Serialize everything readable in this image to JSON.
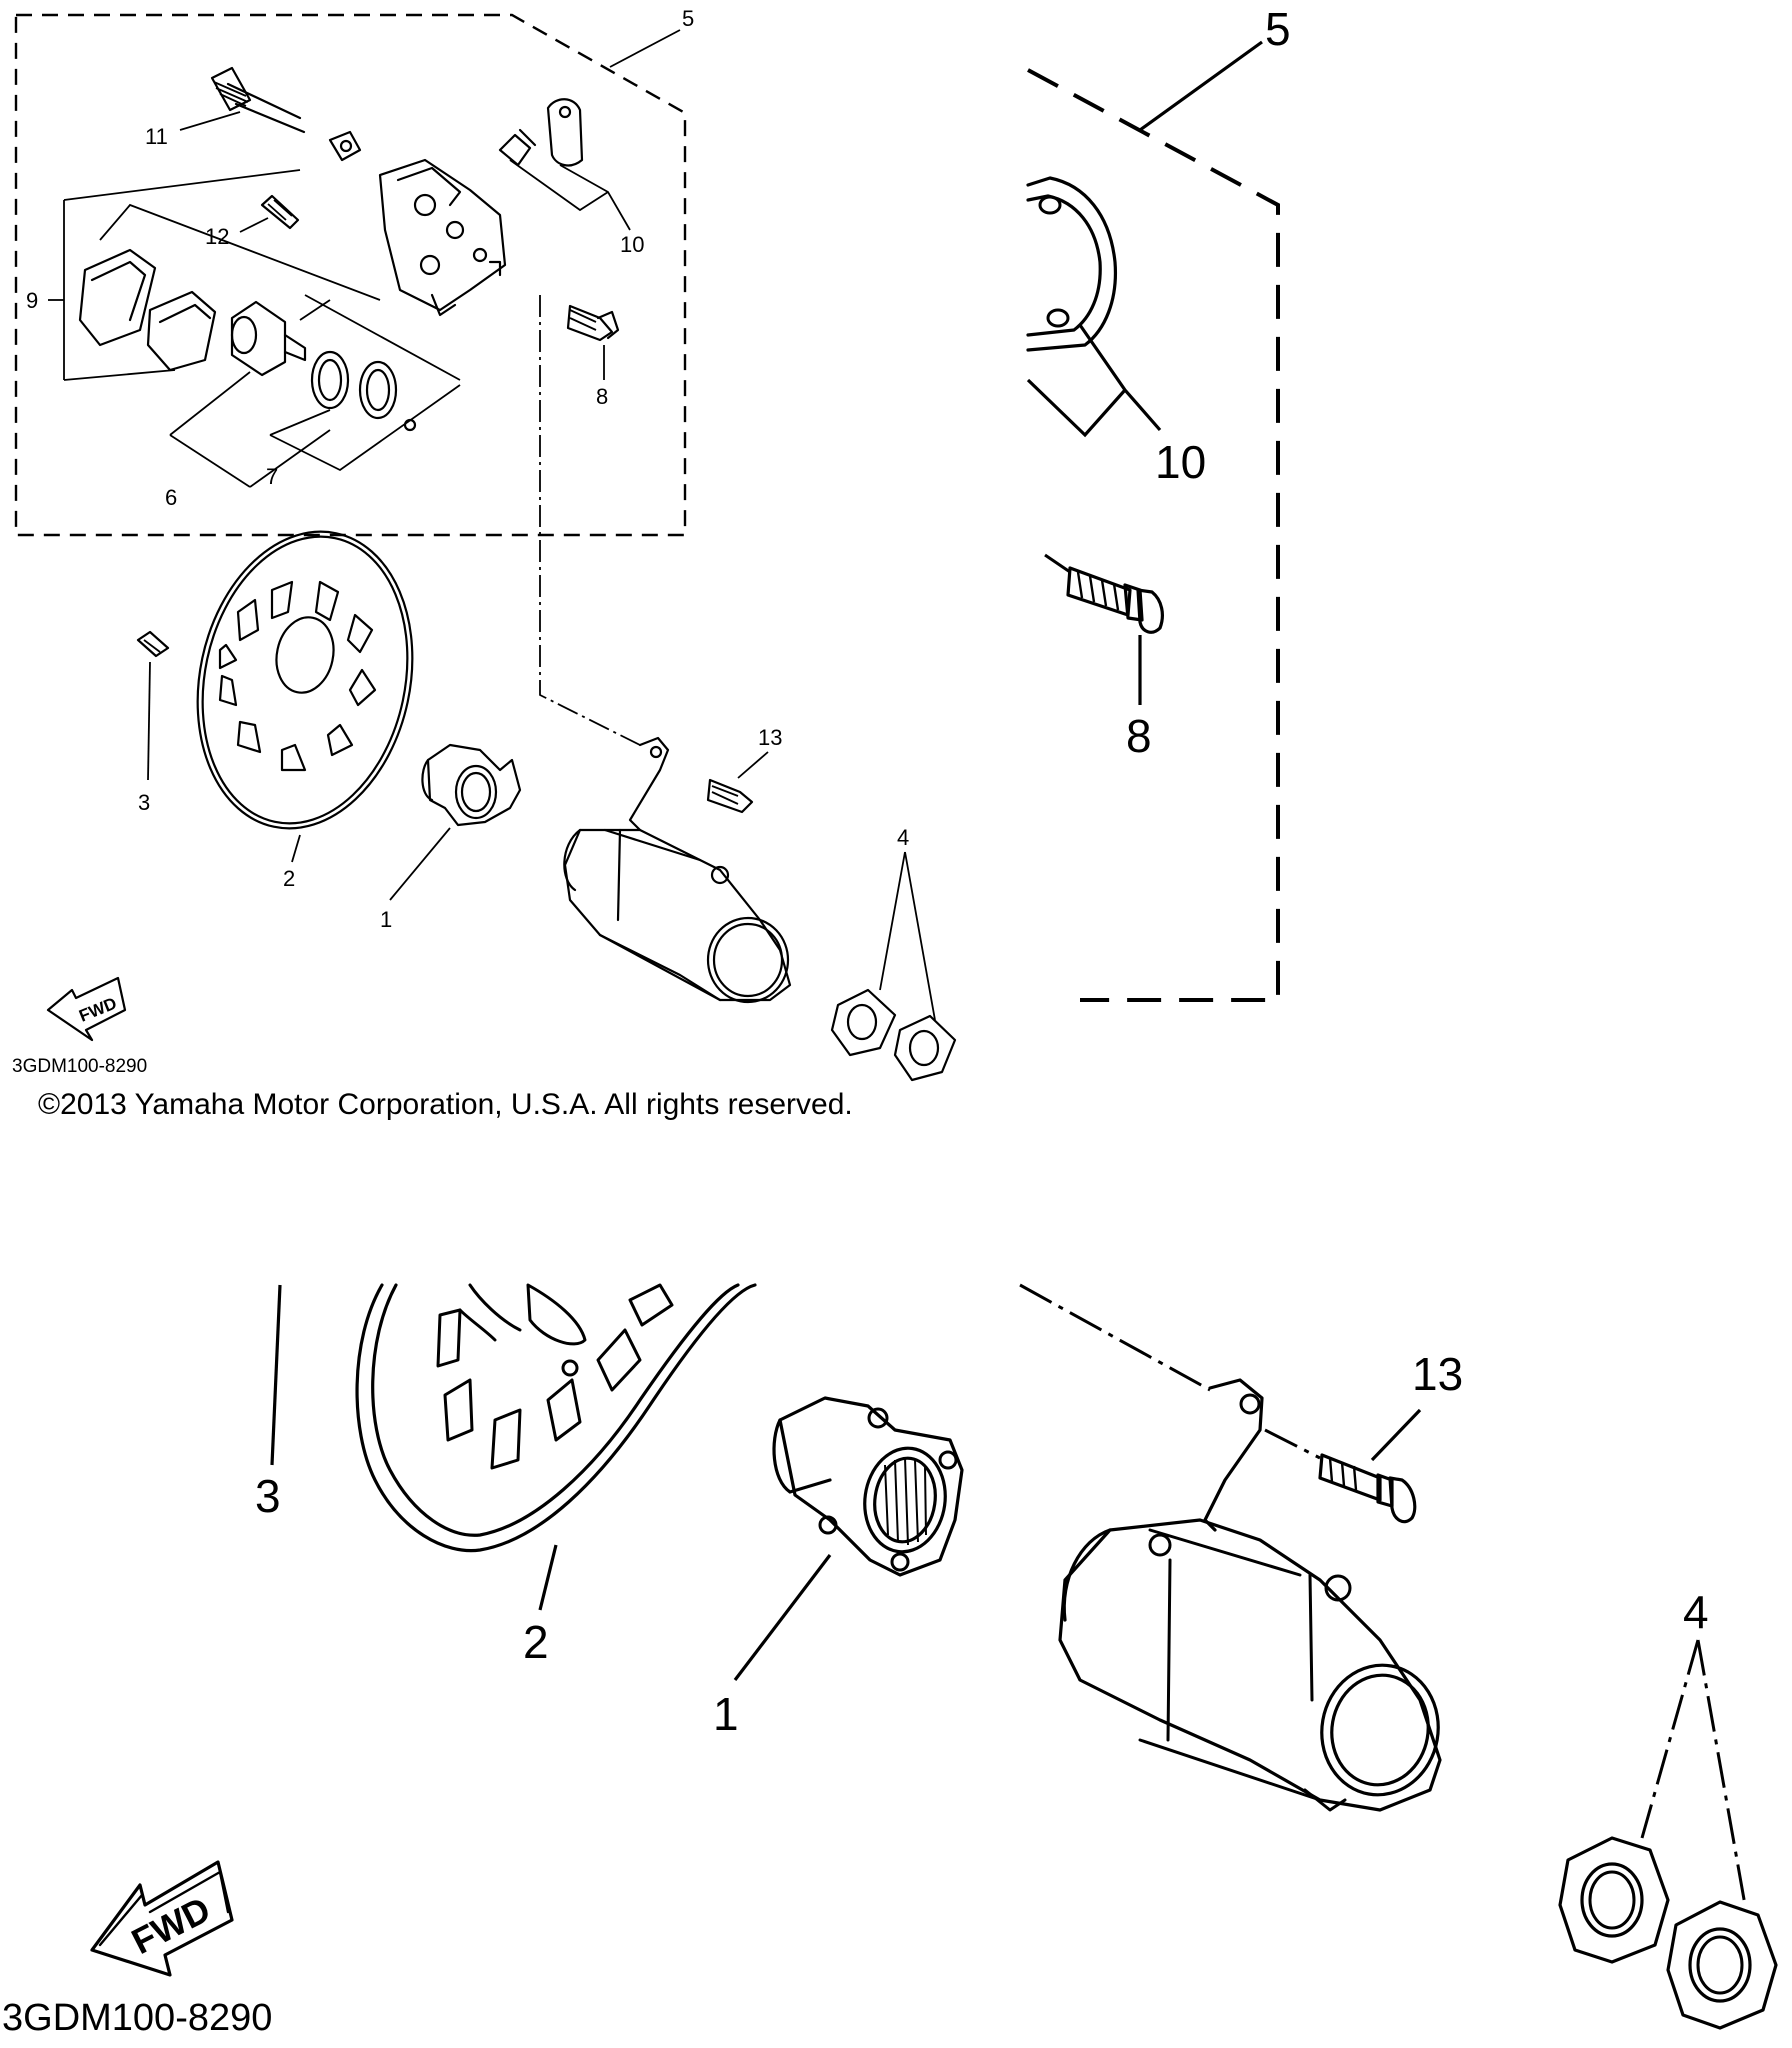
{
  "diagram": {
    "copyright": "©2013 Yamaha Motor Corporation, U.S.A. All rights reserved.",
    "code_label": "3GDM100-8290",
    "fwd_label": "FWD",
    "callouts": {
      "p1": "1",
      "p2": "2",
      "p3": "3",
      "p4": "4",
      "p5": "5",
      "p6": "6",
      "p7": "7",
      "p8": "8",
      "p9": "9",
      "p10": "10",
      "p11": "11",
      "p12": "12",
      "p13": "13"
    },
    "zoom_callouts": {
      "p1": "1",
      "p2": "2",
      "p3": "3",
      "p4": "4",
      "p5": "5",
      "p8": "8",
      "p10": "10",
      "p13": "13"
    }
  }
}
